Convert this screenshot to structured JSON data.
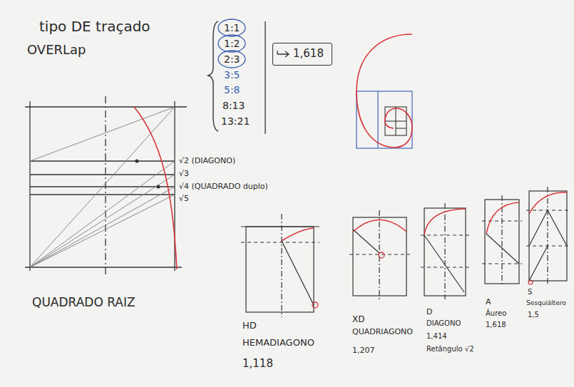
{
  "diagram": {
    "nodes": [
      {
        "text": [
          "1,618"
        ]
      }
    ],
    "labels": [
      "tipo DE traçado",
      "OVERLap",
      "√2 (DIAGONO)",
      "√3",
      "√4 (QUADRADO duplo)",
      "√5",
      "QUADRADO RAIZ",
      "1:1",
      "1:2",
      "2:3",
      "3:5",
      "5:8",
      "8:13",
      "13:21",
      "HD",
      "HEMADIAGONO",
      "1,118",
      "XD",
      "QUADRIAGONO",
      "1,207",
      "D",
      "DIAGONO",
      "1,414",
      "Retângulo √2",
      "A",
      "Áureo",
      "1,618",
      "S",
      "Sesquiáltero",
      "1,5"
    ]
  }
}
